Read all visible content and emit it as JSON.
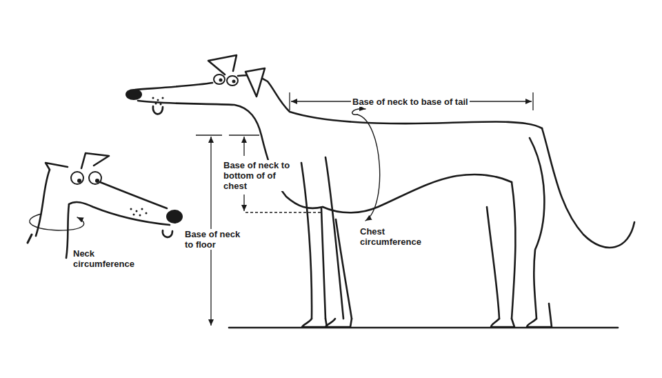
{
  "diagram": {
    "labels": [
      "Base of neck to base of tail",
      "Base of neck to bottom of of chest",
      "Base of neck to floor",
      "Chest circumference",
      "Neck circumference"
    ]
  }
}
